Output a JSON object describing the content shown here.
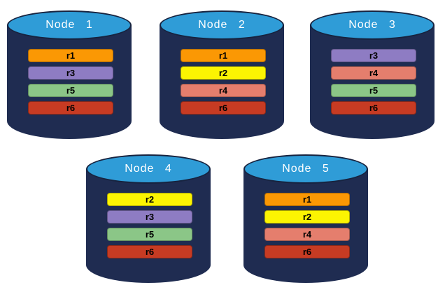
{
  "diagram": {
    "colors": {
      "background": "#FFFFFF",
      "cylinder_body": "#1F2C51",
      "cylinder_top": "#2F9CD7",
      "cylinder_top_border": "#17233F",
      "title_text": "#FFFFFF",
      "replica_text": "#000000"
    },
    "replica_colors": {
      "r1": "#FB9804",
      "r2": "#FCF402",
      "r3": "#8E7CC3",
      "r4": "#E57E6D",
      "r5": "#8BC687",
      "r6": "#C73B23"
    },
    "nodes": [
      {
        "title": "Node 1",
        "replicas": [
          "r1",
          "r3",
          "r5",
          "r6"
        ]
      },
      {
        "title": "Node 2",
        "replicas": [
          "r1",
          "r2",
          "r4",
          "r6"
        ]
      },
      {
        "title": "Node 3",
        "replicas": [
          "r3",
          "r4",
          "r5",
          "r6"
        ]
      },
      {
        "title": "Node 4",
        "replicas": [
          "r2",
          "r3",
          "r5",
          "r6"
        ]
      },
      {
        "title": "Node 5",
        "replicas": [
          "r1",
          "r2",
          "r4",
          "r6"
        ]
      }
    ]
  }
}
